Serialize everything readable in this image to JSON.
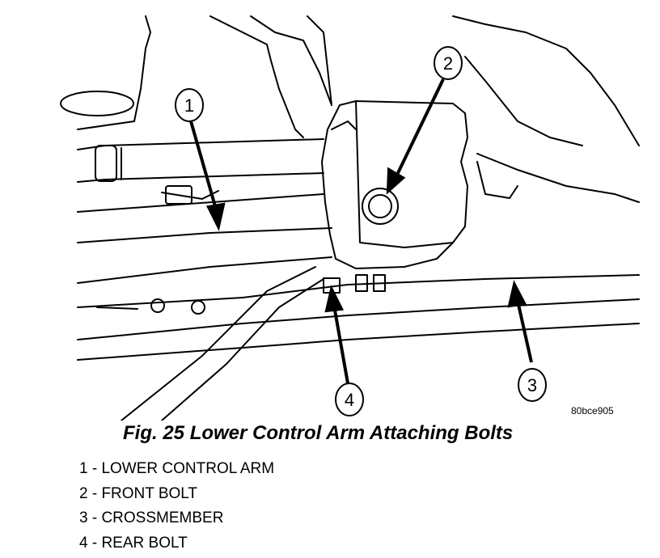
{
  "figure": {
    "callouts": [
      {
        "number": "1"
      },
      {
        "number": "2"
      },
      {
        "number": "3"
      },
      {
        "number": "4"
      }
    ],
    "image_code": "80bce905"
  },
  "caption": "Fig. 25 Lower Control Arm Attaching Bolts",
  "legend": [
    {
      "text": "1 - LOWER CONTROL ARM"
    },
    {
      "text": "2 - FRONT BOLT"
    },
    {
      "text": "3 - CROSSMEMBER"
    },
    {
      "text": "4 - REAR BOLT"
    }
  ]
}
